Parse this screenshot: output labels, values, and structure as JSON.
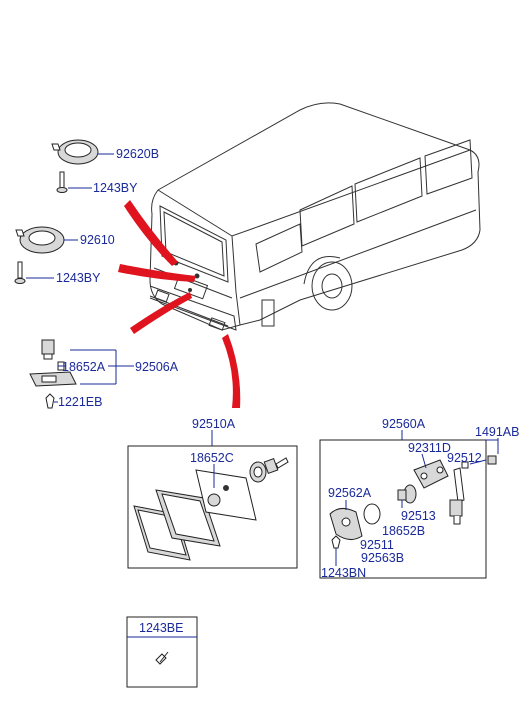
{
  "labels": {
    "p92620B": "92620B",
    "p1243BY_a": "1243BY",
    "p92610": "92610",
    "p1243BY_b": "1243BY",
    "p18652A": "18652A",
    "p92506A": "92506A",
    "p1221EB": "1221EB",
    "p92510A": "92510A",
    "p18652C": "18652C",
    "p92560A": "92560A",
    "p1491AB": "1491AB",
    "p92311D": "92311D",
    "p92512": "92512",
    "p92562A": "92562A",
    "p92513": "92513",
    "p18652B": "18652B",
    "p92511": "92511",
    "p92563B": "92563B",
    "p1243BN": "1243BN",
    "p1243BE": "1243BE"
  },
  "colors": {
    "label": "#1a2a9a",
    "arrow": "#e0141e",
    "line": "#222222"
  }
}
